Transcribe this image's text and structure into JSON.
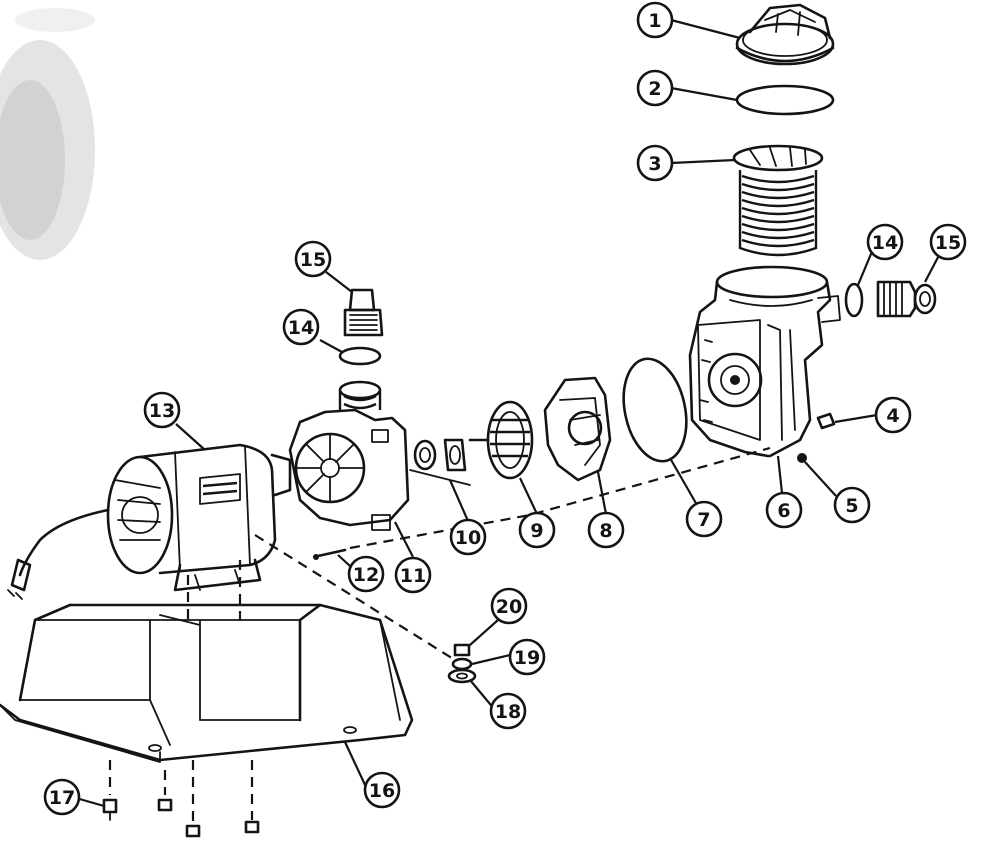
{
  "callouts": [
    {
      "id": "c1",
      "label": "1"
    },
    {
      "id": "c2",
      "label": "2"
    },
    {
      "id": "c3",
      "label": "3"
    },
    {
      "id": "c14r",
      "label": "14"
    },
    {
      "id": "c15r",
      "label": "15"
    },
    {
      "id": "c4",
      "label": "4"
    },
    {
      "id": "c5",
      "label": "5"
    },
    {
      "id": "c6",
      "label": "6"
    },
    {
      "id": "c7",
      "label": "7"
    },
    {
      "id": "c8",
      "label": "8"
    },
    {
      "id": "c9",
      "label": "9"
    },
    {
      "id": "c10",
      "label": "10"
    },
    {
      "id": "c11",
      "label": "11"
    },
    {
      "id": "c12",
      "label": "12"
    },
    {
      "id": "c13",
      "label": "13"
    },
    {
      "id": "c15l",
      "label": "15"
    },
    {
      "id": "c14l",
      "label": "14"
    },
    {
      "id": "c16",
      "label": "16"
    },
    {
      "id": "c17",
      "label": "17"
    },
    {
      "id": "c18",
      "label": "18"
    },
    {
      "id": "c19",
      "label": "19"
    },
    {
      "id": "c20",
      "label": "20"
    }
  ],
  "colors": {
    "ink": "#141414",
    "paper": "#ffffff",
    "smudge": "#d9d9d9"
  }
}
